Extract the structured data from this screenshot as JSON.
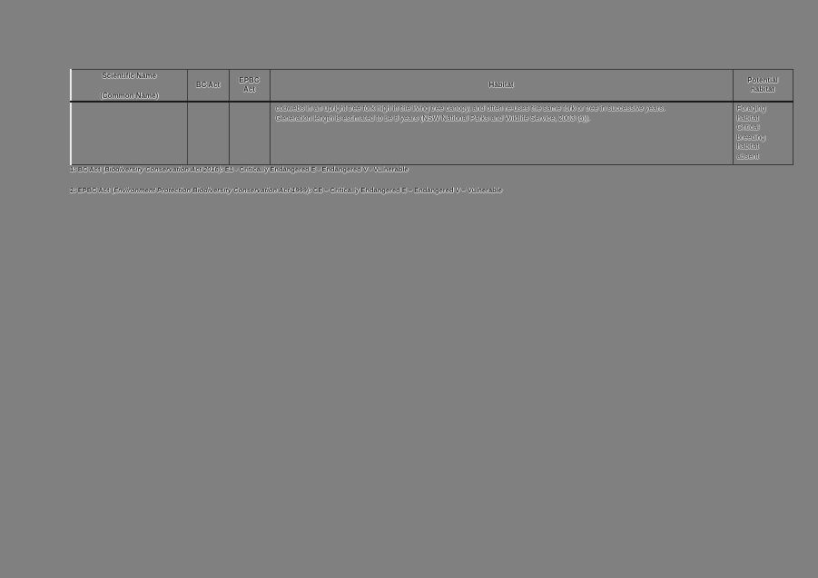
{
  "table": {
    "headers": {
      "scientific_name": "Scientific Name",
      "common_name": "(Common Name)",
      "bc_act": "BC Act",
      "epbc_act_line1": "EPBC",
      "epbc_act_line2": "Act",
      "habitat": "Habitat",
      "potential_habitat_line1": "Potential",
      "potential_habitat_line2": "habitat"
    },
    "rows": [
      {
        "scientific_name": "",
        "bc_act": "",
        "epbc_act": "",
        "habitat_line1": "cobwebs in an upright tree fork high in the living tree canopy, and often re-uses the same fork or tree in successive years.",
        "habitat_line2": "Generation length is estimated to be 8 years (NSW National Parks and Wildlife Service, 2003 (b)).",
        "potential_habitat_lines": [
          "Foraging",
          "habitat",
          "Critical",
          "breeding",
          "habitat",
          "absent"
        ]
      }
    ]
  },
  "footnotes": {
    "fn1_prefix": "1: BC Act (",
    "fn1_italic": "Biodiversity Conservation Act 2016",
    "fn1_suffix": "): E1 - Critically Endangered E - Endangered V - Vulnerable",
    "fn2_prefix": "2: EPBC Act (",
    "fn2_italic": "Environment Protection Biodiversity Conservation Act 1999",
    "fn2_suffix": "): CE – Critically Endangered E – Endangered V – Vulnerable"
  },
  "colors": {
    "page_background": "#808080",
    "border_dark": "#3a3a3a",
    "border_light": "#e8e8e8"
  }
}
